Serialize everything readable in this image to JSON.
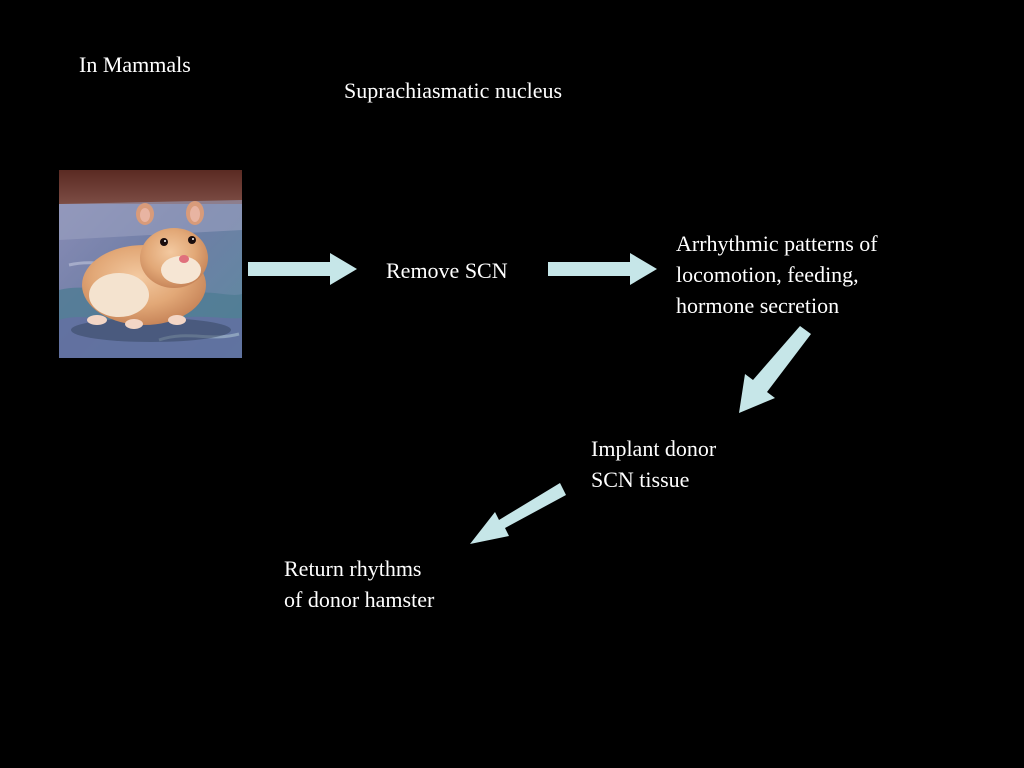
{
  "slide": {
    "heading": "In Mammals",
    "subheading": "Suprachiasmatic nucleus",
    "steps": {
      "remove": "Remove SCN",
      "arrhythmic": "Arrhythmic patterns of\nlocomotion, feeding,\nhormone secretion",
      "implant": "Implant donor\nSCN tissue",
      "return": "Return rhythms\nof donor hamster"
    },
    "photo_subject": "hamster-photo",
    "colors": {
      "background": "#000000",
      "text": "#ffffff",
      "arrow": "#c6e6e8"
    }
  }
}
